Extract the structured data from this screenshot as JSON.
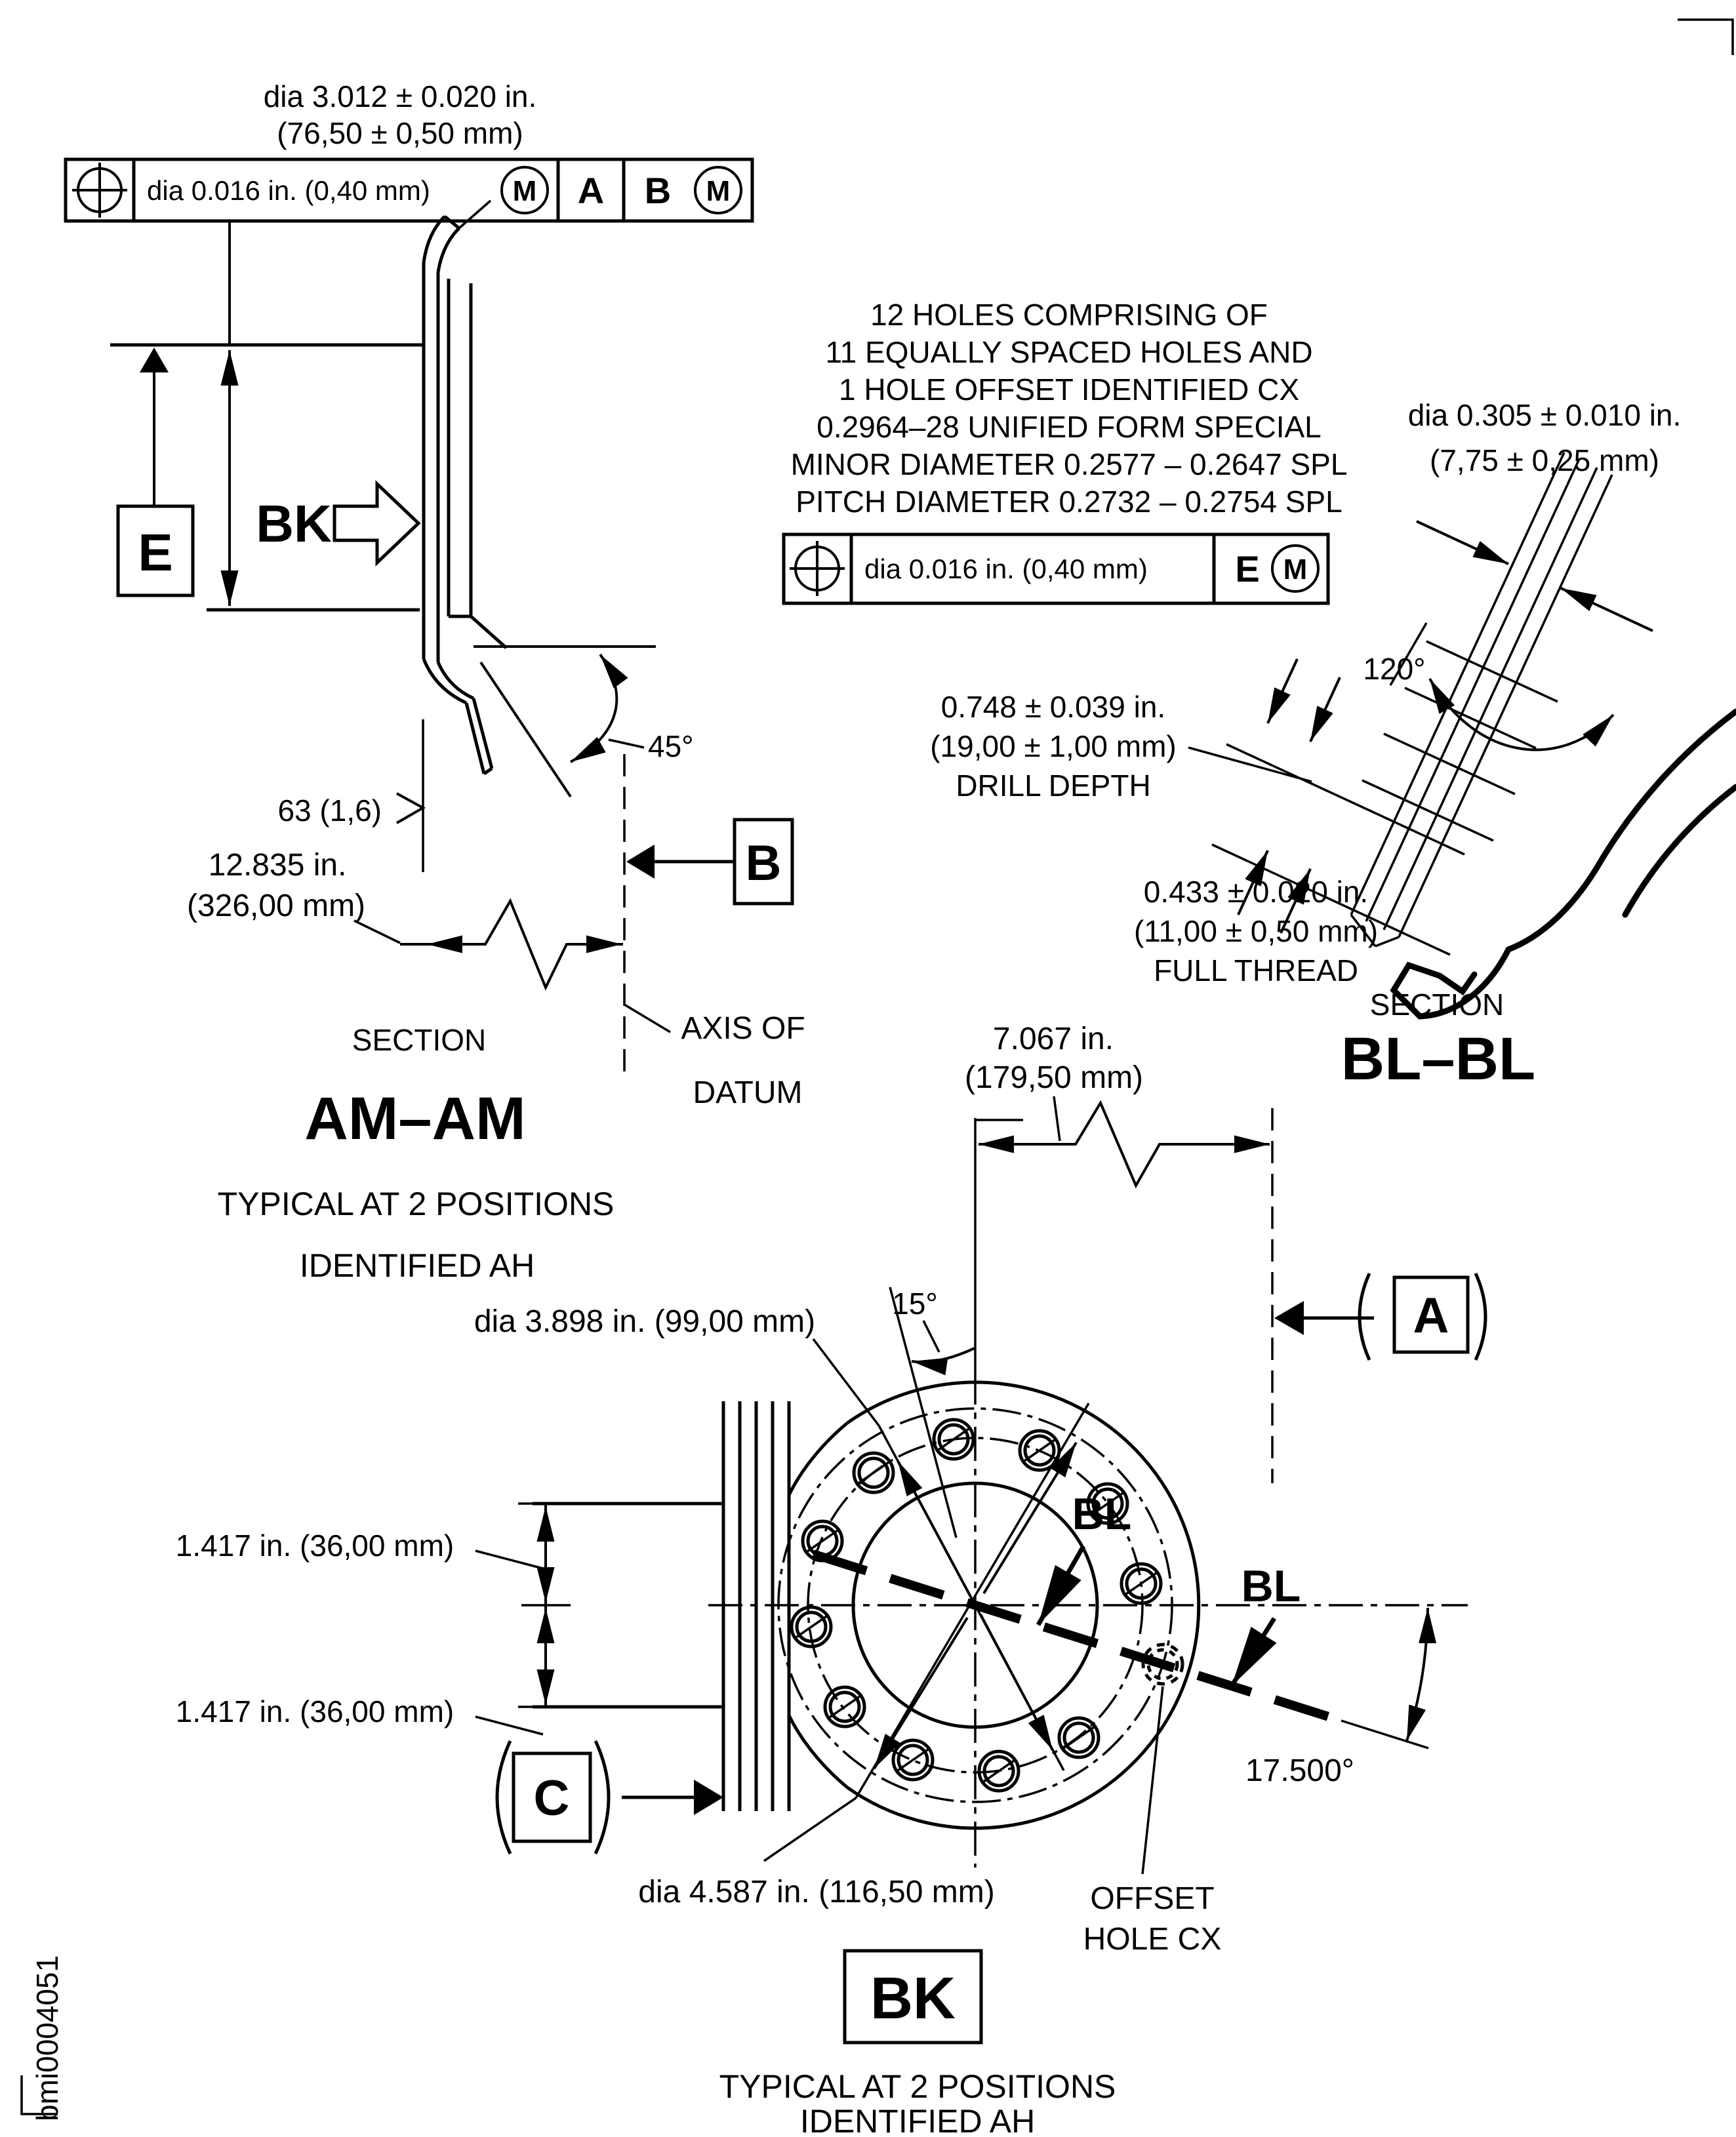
{
  "page": {
    "figure_id": "bmi0004051"
  },
  "section_am": {
    "dia_dim_line1": "dia 3.012 ± 0.020 in.",
    "dia_dim_line2": "(76,50 ± 0,50 mm)",
    "fcf": {
      "tolerance": "dia 0.016 in. (0,40 mm)",
      "modifier1": "M",
      "datum_a": "A",
      "datum_b": "B",
      "modifier2": "M"
    },
    "datum_e_flag": "E",
    "view_arrow_label": "BK",
    "chamfer_angle": "45°",
    "surface_finish": "63 (1,6)",
    "length_dim_line1": "12.835 in.",
    "length_dim_line2": "(326,00 mm)",
    "datum_b_flag": "B",
    "axis_note_line1": "AXIS OF",
    "axis_note_line2": "DATUM",
    "title_prefix": "SECTION",
    "title": "AM–AM",
    "subtitle_line1": "TYPICAL AT 2 POSITIONS",
    "subtitle_line2": "IDENTIFIED AH"
  },
  "section_bl": {
    "holes_note": [
      "12 HOLES COMPRISING OF",
      "11 EQUALLY SPACED HOLES AND",
      "1 HOLE OFFSET IDENTIFIED CX",
      "0.2964–28 UNIFIED FORM SPECIAL",
      "MINOR DIAMETER 0.2577 – 0.2647 SPL",
      "PITCH DIAMETER 0.2732 – 0.2754 SPL"
    ],
    "fcf": {
      "tolerance": "dia 0.016 in. (0,40 mm)",
      "datum_e": "E",
      "modifier": "M"
    },
    "hole_dia_line1": "dia 0.305 ± 0.010 in.",
    "hole_dia_line2": "(7,75 ± 0,25 mm)",
    "point_angle": "120°",
    "drill_depth_line1": "0.748 ± 0.039 in.",
    "drill_depth_line2": "(19,00 ± 1,00 mm)",
    "drill_depth_line3": "DRILL DEPTH",
    "full_thread_line1": "0.433 ± 0.020 in.",
    "full_thread_line2": "(11,00 ± 0,50 mm)",
    "full_thread_line3": "FULL THREAD",
    "title_prefix": "SECTION",
    "title": "BL–BL"
  },
  "view_bk": {
    "offset_dim_line1": "7.067 in.",
    "offset_dim_line2": "(179,50 mm)",
    "angle_15": "15°",
    "bolt_circle_dia": "dia 3.898 in. (99,00 mm)",
    "outer_hole_circle_dia": "dia 4.587 in. (116,50 mm)",
    "cut_label_1": "BL",
    "cut_label_2": "BL",
    "datum_a_flag": "A",
    "datum_c_flag": "C",
    "radial_dim_1": "1.417 in. (36,00 mm)",
    "radial_dim_2": "1.417 in. (36,00 mm)",
    "offset_angle": "17.500°",
    "offset_hole_line1": "OFFSET",
    "offset_hole_line2": "HOLE CX",
    "view_label": "BK",
    "subtitle_line1": "TYPICAL AT 2 POSITIONS",
    "subtitle_line2": "IDENTIFIED AH"
  }
}
